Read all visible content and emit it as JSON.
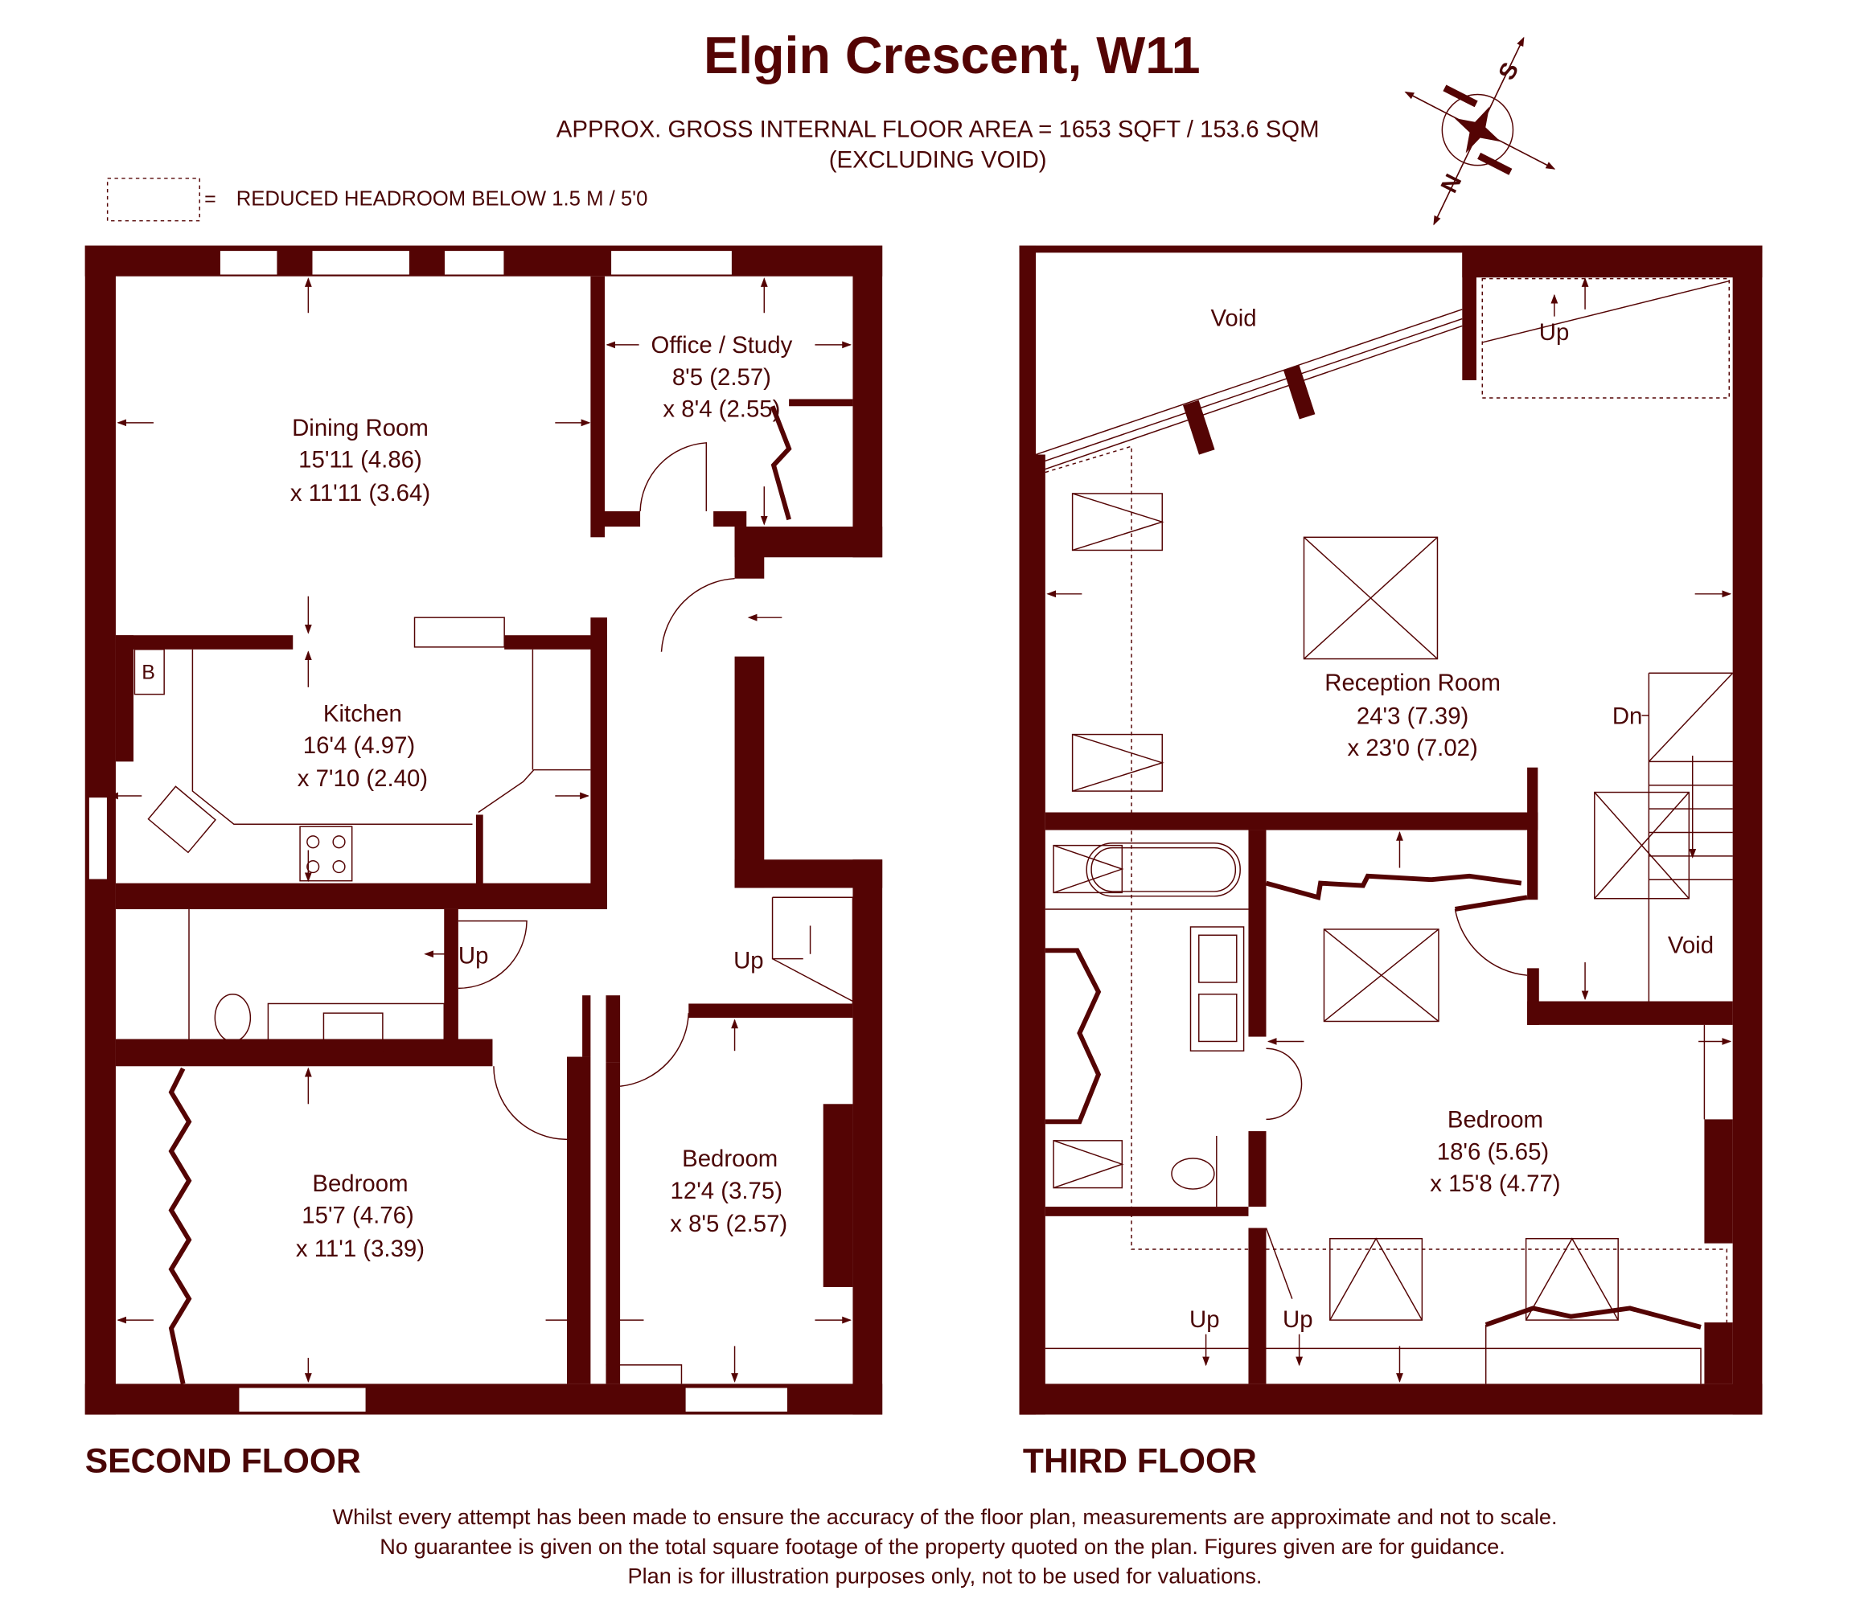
{
  "header": {
    "title": "Elgin Crescent, W11",
    "area_line": "APPROX. GROSS INTERNAL FLOOR AREA = 1653 SQFT / 153.6 SQM",
    "area_note": "(EXCLUDING VOID)",
    "legend_equals": "=",
    "legend_text": "REDUCED HEADROOM BELOW 1.5 M / 5'0"
  },
  "compass": {
    "north": "N",
    "south": "S"
  },
  "second_floor": {
    "label": "SECOND FLOOR",
    "rooms": [
      {
        "name": "Dining Room",
        "dim1": "15'11 (4.86)",
        "dim2": "x 11'11 (3.64)"
      },
      {
        "name": "Office / Study",
        "dim1": "8'5 (2.57)",
        "dim2": "x 8'4 (2.55)"
      },
      {
        "name": "Kitchen",
        "dim1": "16'4 (4.97)",
        "dim2": "x 7'10 (2.40)"
      },
      {
        "name": "Bedroom",
        "dim1": "15'7 (4.76)",
        "dim2": "x 11'1 (3.39)"
      },
      {
        "name": "Bedroom",
        "dim1": "12'4 (3.75)",
        "dim2": "x 8'5 (2.57)"
      }
    ],
    "boiler": "B",
    "stairs_up_1": "Up",
    "stairs_up_2": "Up"
  },
  "third_floor": {
    "label": "THIRD FLOOR",
    "rooms": [
      {
        "name": "Reception Room",
        "dim1": "24'3 (7.39)",
        "dim2": "x 23'0 (7.02)"
      },
      {
        "name": "Bedroom",
        "dim1": "18'6 (5.65)",
        "dim2": "x 15'8 (4.77)"
      }
    ],
    "void_1": "Void",
    "void_2": "Void",
    "up_1": "Up",
    "up_2": "Up",
    "up_3": "Up",
    "down": "Dn"
  },
  "footer": {
    "line1": "Whilst every attempt has been made to ensure the accuracy of the floor plan, measurements are approximate and not to scale.",
    "line2": "No guarantee is given on the total square footage of the property quoted on the plan. Figures given are for guidance.",
    "line3": "Plan is for illustration purposes only, not to be used for valuations."
  },
  "colors": {
    "ink": "#540404",
    "background": "#ffffff"
  }
}
